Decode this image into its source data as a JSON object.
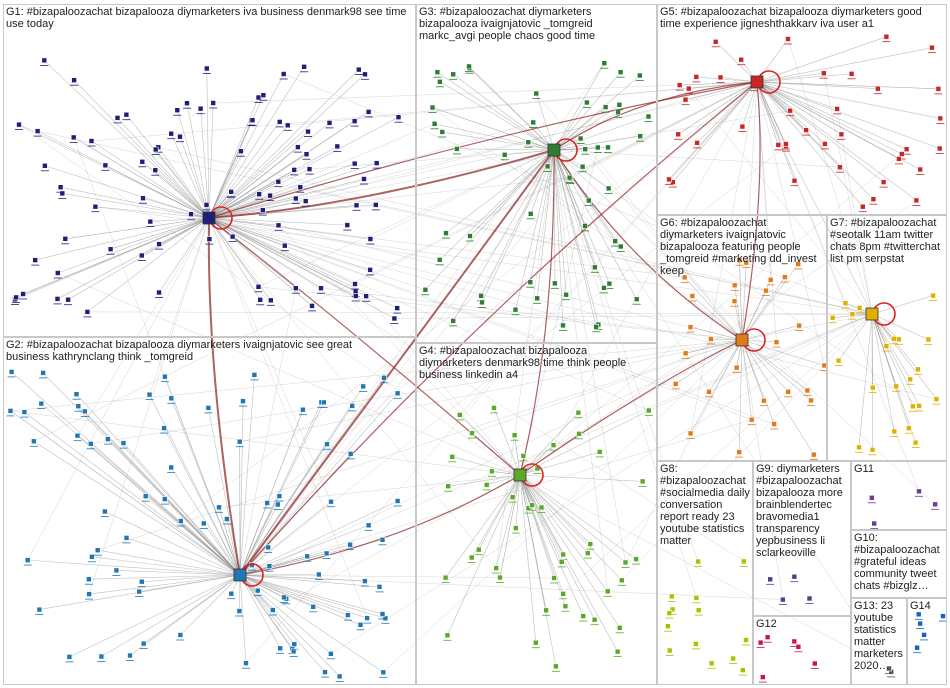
{
  "groups": [
    {
      "id": "g1",
      "label": "G1: #bizapaloozachat bizapalooza diymarketers iva business denmark98 see time use today",
      "color": "#1f1f7a"
    },
    {
      "id": "g2",
      "label": "G2: #bizapaloozachat bizapalooza diymarketers ivaignjatovic see great business kathrynclang think _tomgreid",
      "color": "#1f77b4"
    },
    {
      "id": "g3",
      "label": "G3: #bizapaloozachat diymarketers bizapalooza ivaignjatovic _tomgreid markc_avgi people chaos good time",
      "color": "#2e7d32"
    },
    {
      "id": "g4",
      "label": "G4: #bizapaloozachat bizapalooza diymarketers denmark98 time think people business linkedin a4",
      "color": "#5aaa2a"
    },
    {
      "id": "g5",
      "label": "G5: #bizapaloozachat bizapalooza diymarketers good time experience jigneshthakkarv iva user a1",
      "color": "#c62828"
    },
    {
      "id": "g6",
      "label": "G6: #bizapaloozachat diymarketers ivaignjatovic bizapalooza featuring people _tomgreid #marketing dd_invest keep",
      "color": "#e07b1a"
    },
    {
      "id": "g7",
      "label": "G7: #bizapaloozachat #seotalk 11am twitter chats 8pm #twitterchat list pm serpstat",
      "color": "#e0b000"
    },
    {
      "id": "g8",
      "label": "G8: #bizapaloozachat #socialmedia daily conversation report ready 23 youtube statistics matter",
      "color": "#a5c400"
    },
    {
      "id": "g9",
      "label": "G9: diymarketers #bizapaloozachat bizapalooza more brainblendertec bravomedia1 transparency yepbusiness li sclarkeoville",
      "color": "#5a3a8a"
    },
    {
      "id": "g10",
      "label": "G10: #bizapaloozachat #grateful ideas community tweet chats #bizglz…",
      "color": "#6a3d9a"
    },
    {
      "id": "g11",
      "label": "G11",
      "color": "#6a3d9a"
    },
    {
      "id": "g12",
      "label": "G12",
      "color": "#c2185b"
    },
    {
      "id": "g13",
      "label": "G13: 23 youtube statistics matter marketers 2020…",
      "color": "#555555"
    },
    {
      "id": "g14",
      "label": "G14",
      "color": "#1565c0"
    }
  ],
  "colors": {
    "edge": "#8a8a8a",
    "edge_strong": "#8b2020",
    "hub_ring": "#e02020",
    "frame": "#c8c8c8"
  },
  "icons": {
    "node": "square-node-icon",
    "hub": "avatar-hub-icon",
    "self_loop": "self-loop-icon"
  }
}
